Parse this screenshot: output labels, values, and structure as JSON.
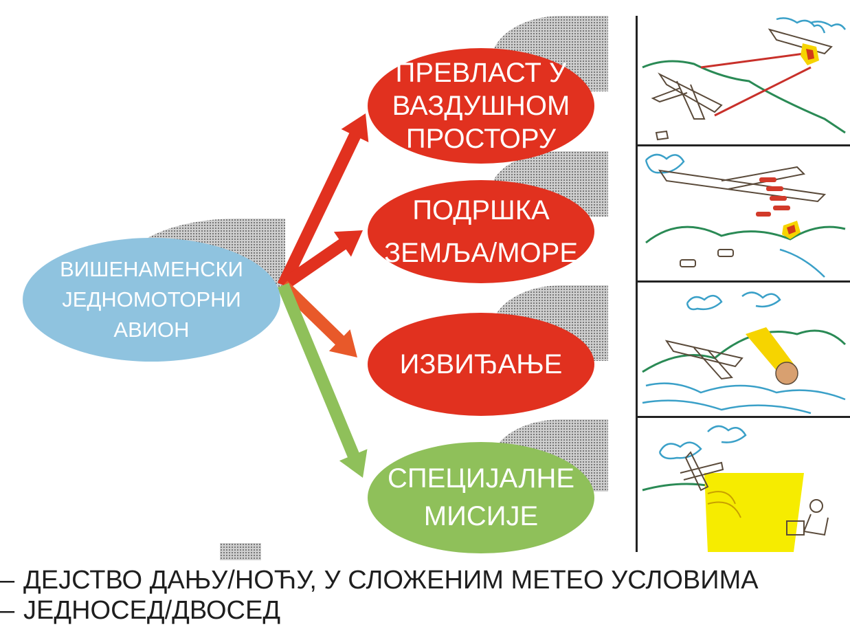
{
  "center": {
    "lines": [
      "ВИШЕНАМЕНСКИ",
      "ЈЕДНОМОТОРНИ",
      "АВИОН"
    ]
  },
  "roles": [
    {
      "text": "ПРЕВЛАСТ У\nВАЗДУШНОМ\nПРОСТОРУ",
      "color": "#e1311f"
    },
    {
      "text": "ПОДРШКА\nЗЕМЉА/МОРЕ",
      "color": "#e1311f"
    },
    {
      "text": "ИЗВИЂАЊЕ",
      "color": "#e1311f"
    },
    {
      "text": "СПЕЦИЈАЛНЕ\nМИСИЈЕ",
      "color": "#8fc05a"
    }
  ],
  "arrow_colors": [
    "#e1311f",
    "#e1311f",
    "#e8592a",
    "#8fc05a"
  ],
  "footer": {
    "line1": "ДЕЈСТВО ДАЊУ/НОЋУ, У СЛОЖЕНИМ МЕТЕО УСЛОВИМА",
    "line2": "ЈЕДНОСЕД/ДВОСЕД",
    "dash": "–"
  },
  "illustrations": [
    "air-combat-sketch",
    "ground-attack-sketch",
    "reconnaissance-sketch",
    "special-missions-sketch"
  ]
}
